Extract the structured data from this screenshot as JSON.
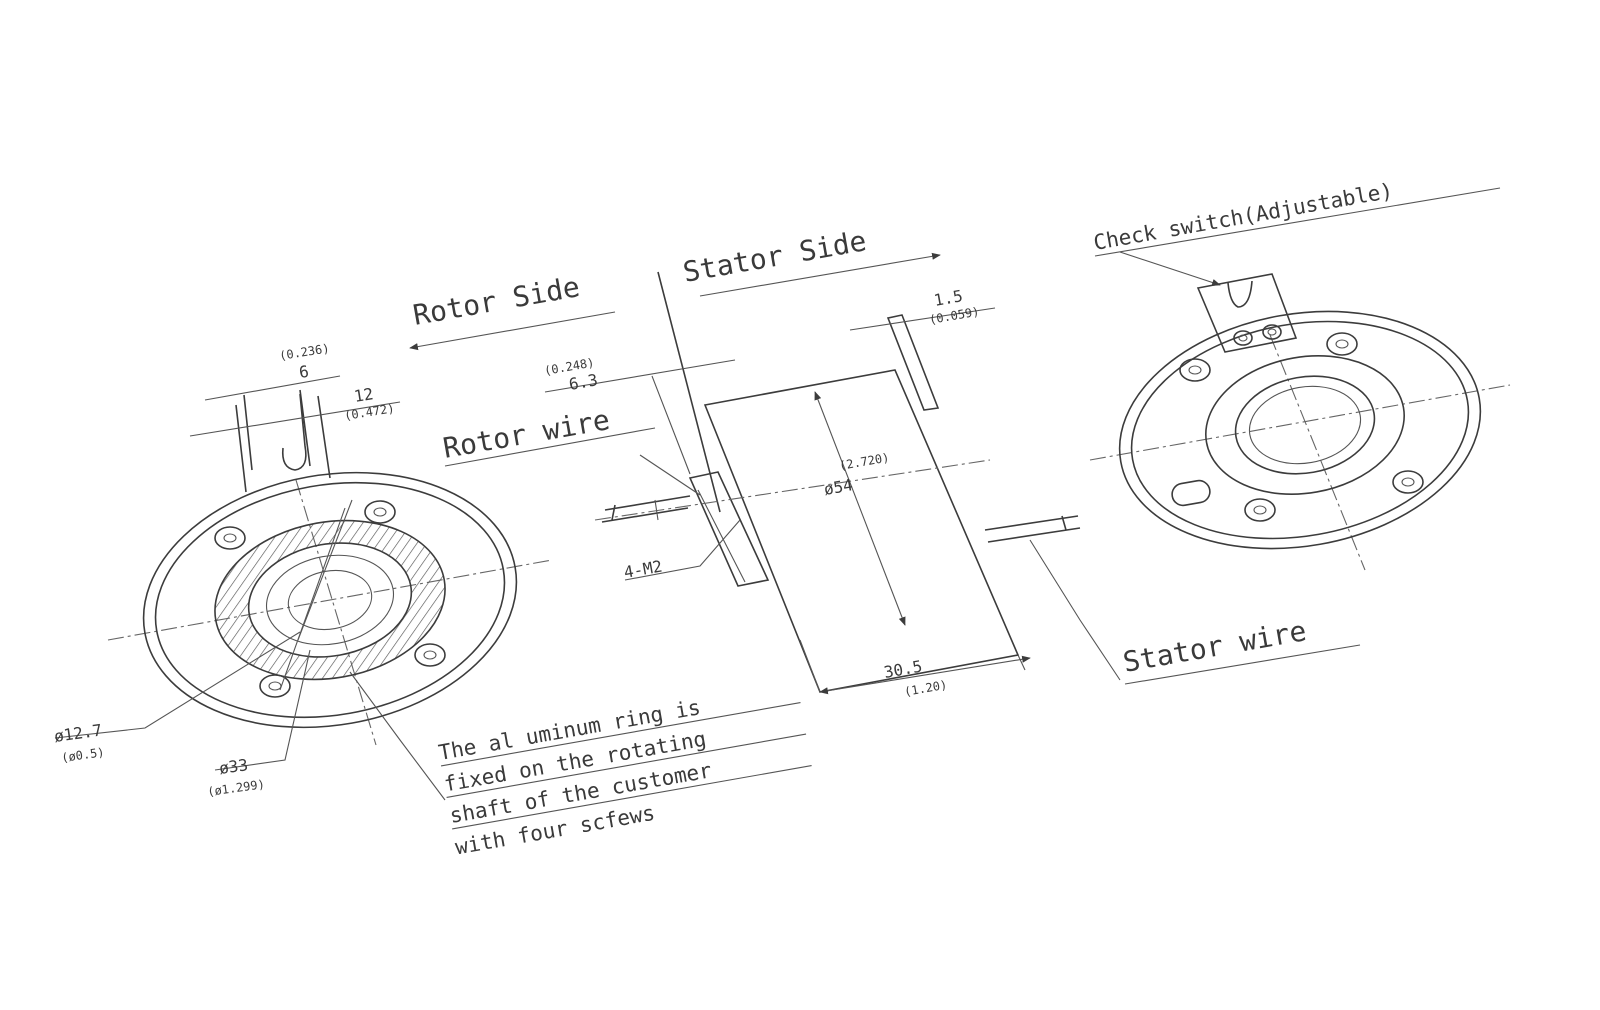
{
  "labels": {
    "rotor_side": "Rotor Side",
    "stator_side": "Stator Side",
    "rotor_wire": "Rotor wire",
    "stator_wire": "Stator wire",
    "check_switch": "Check switch(Adjustable)",
    "mount_screw": "4-M2",
    "note_line1": "The al uminum ring is",
    "note_line2": "fixed on the rotating",
    "note_line3": "shaft of the customer",
    "note_line4": "with four scfews"
  },
  "dimensions": {
    "slot_width_in": "(0.236)",
    "slot_width_mm": "6",
    "slot_height_mm": "12",
    "slot_height_in": "(0.472)",
    "flange_in": "(0.248)",
    "flange_mm": "6.3",
    "plate_mm": "1.5",
    "plate_in": "(0.059)",
    "body_dia_in": "(2.720)",
    "body_dia_mm": "ø54",
    "length_mm": "30.5",
    "length_in": "(1.20)",
    "bore_mm": "ø12.7",
    "bore_in": "(ø0.5)",
    "ring_mm": "ø33",
    "ring_in": "(ø1.299)"
  },
  "colors": {
    "ink": "#3a3a3a",
    "paper": "#ffffff"
  }
}
